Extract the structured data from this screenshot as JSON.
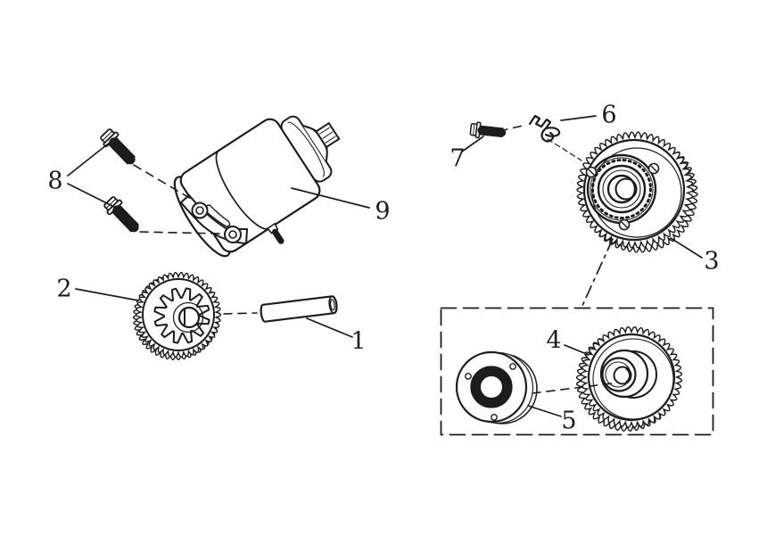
{
  "figure": {
    "type": "exploded-parts-diagram",
    "subject": "starter-motor-and-starter-clutch-assembly",
    "background": "#ffffff",
    "line_color": "#1c1c1c"
  },
  "parts": [
    {
      "number": "1",
      "name": "idler-gear-pin"
    },
    {
      "number": "2",
      "name": "starter-idler-gear"
    },
    {
      "number": "3",
      "name": "starter-clutch-assembly"
    },
    {
      "number": "4",
      "name": "starter-clutch-gear"
    },
    {
      "number": "5",
      "name": "one-way-clutch"
    },
    {
      "number": "6",
      "name": "cable-clamp"
    },
    {
      "number": "7",
      "name": "clamp-bolt"
    },
    {
      "number": "8",
      "name": "starter-motor-mount-bolts"
    },
    {
      "number": "9",
      "name": "starter-motor"
    }
  ]
}
